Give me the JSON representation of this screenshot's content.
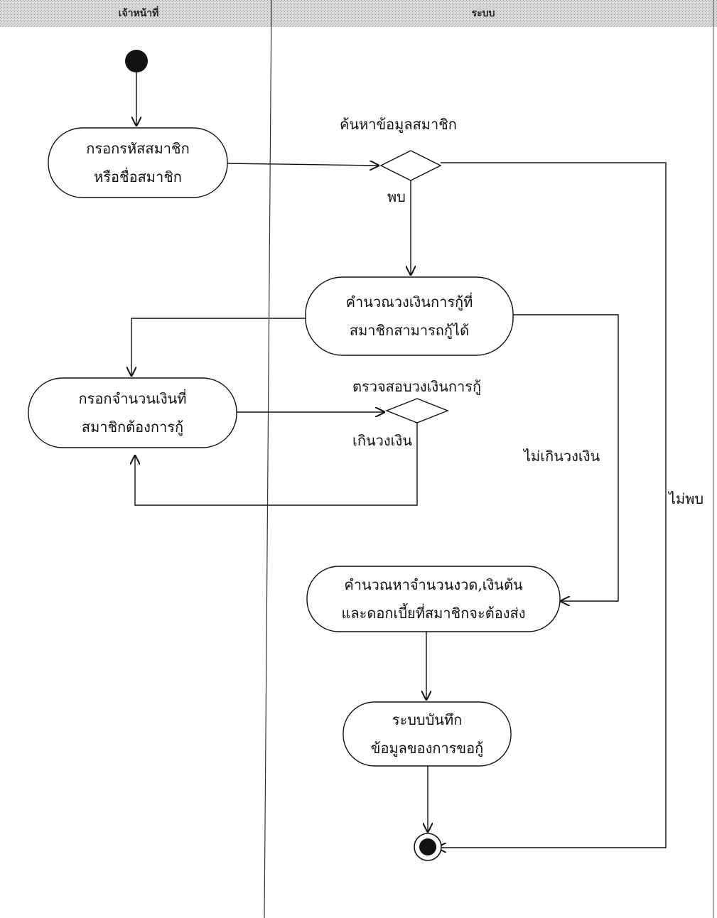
{
  "lanes": [
    {
      "name": "เจ้าหน้าที่"
    },
    {
      "name": "ระบบ"
    }
  ],
  "nodes": {
    "enter_member": {
      "line1": "กรอกรหัสสมาชิก",
      "line2": "หรือชื่อสมาชิก"
    },
    "calc_limit": {
      "line1": "คำนวณวงเงินการกู้ที่",
      "line2": "สมาชิกสามารถกู้ได้"
    },
    "enter_amount": {
      "line1": "กรอกจำนวนเงินที่",
      "line2": "สมาชิกต้องการกู้"
    },
    "calc_install": {
      "line1": "คำนวณหาจำนวนงวด,เงินต้น",
      "line2": "และดอกเบี้ยที่สมาชิกจะต้องส่ง"
    },
    "save": {
      "line1": "ระบบบันทึก",
      "line2": "ข้อมูลของการขอกู้"
    }
  },
  "decisions": {
    "search": {
      "label": "ค้นหาข้อมูลสมาชิก"
    },
    "check_limit": {
      "label": "ตรวจสอบวงเงินการกู้"
    }
  },
  "guards": {
    "found": "พบ",
    "not_found": "ไม่พบ",
    "over_limit": "เกินวงเงิน",
    "within_limit": "ไม่เกินวงเงิน"
  }
}
